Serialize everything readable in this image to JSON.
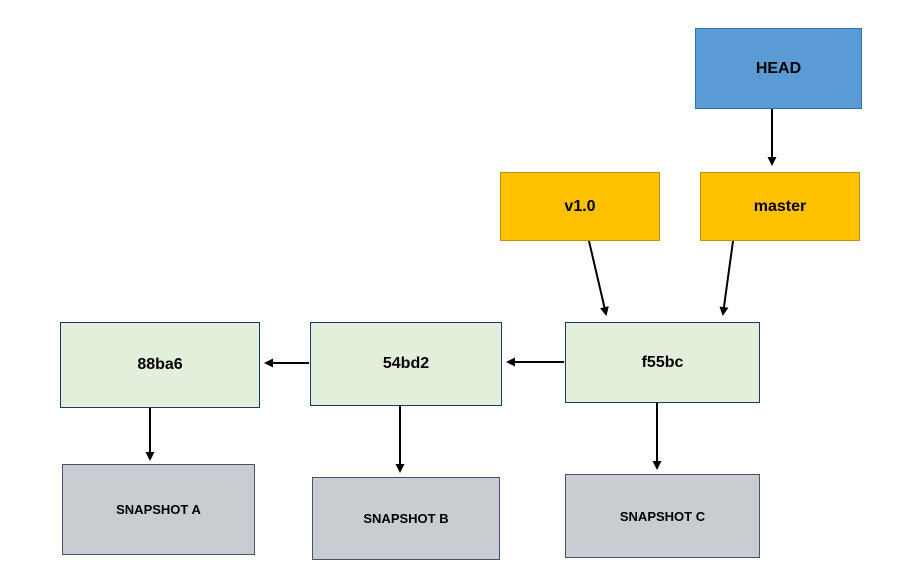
{
  "diagram": {
    "title": "git-references-and-snapshots-diagram",
    "nodes": {
      "head": {
        "label": "HEAD",
        "type": "pointer"
      },
      "master": {
        "label": "master",
        "type": "branch"
      },
      "v10": {
        "label": "v1.0",
        "type": "tag"
      },
      "commit_88ba6": {
        "label": "88ba6",
        "type": "commit"
      },
      "commit_54bd2": {
        "label": "54bd2",
        "type": "commit"
      },
      "commit_f55bc": {
        "label": "f55bc",
        "type": "commit"
      },
      "snapshot_a": {
        "label": "SNAPSHOT A",
        "type": "snapshot"
      },
      "snapshot_b": {
        "label": "SNAPSHOT B",
        "type": "snapshot"
      },
      "snapshot_c": {
        "label": "SNAPSHOT C",
        "type": "snapshot"
      }
    },
    "edges": [
      {
        "from": "HEAD",
        "to": "master"
      },
      {
        "from": "master",
        "to": "f55bc"
      },
      {
        "from": "v1.0",
        "to": "f55bc"
      },
      {
        "from": "f55bc",
        "to": "54bd2"
      },
      {
        "from": "54bd2",
        "to": "88ba6"
      },
      {
        "from": "88ba6",
        "to": "SNAPSHOT A"
      },
      {
        "from": "54bd2",
        "to": "SNAPSHOT B"
      },
      {
        "from": "f55bc",
        "to": "SNAPSHOT C"
      }
    ],
    "colors": {
      "head_fill": "#5B9BD5",
      "head_border": "#2E74B5",
      "tag_fill": "#FFC000",
      "tag_border": "#BF9000",
      "commit_fill": "#E2EFDA",
      "commit_border": "#1F3864",
      "snapshot_fill": "#C9CDD2",
      "snapshot_border": "#44546A",
      "arrow": "#000000"
    }
  }
}
